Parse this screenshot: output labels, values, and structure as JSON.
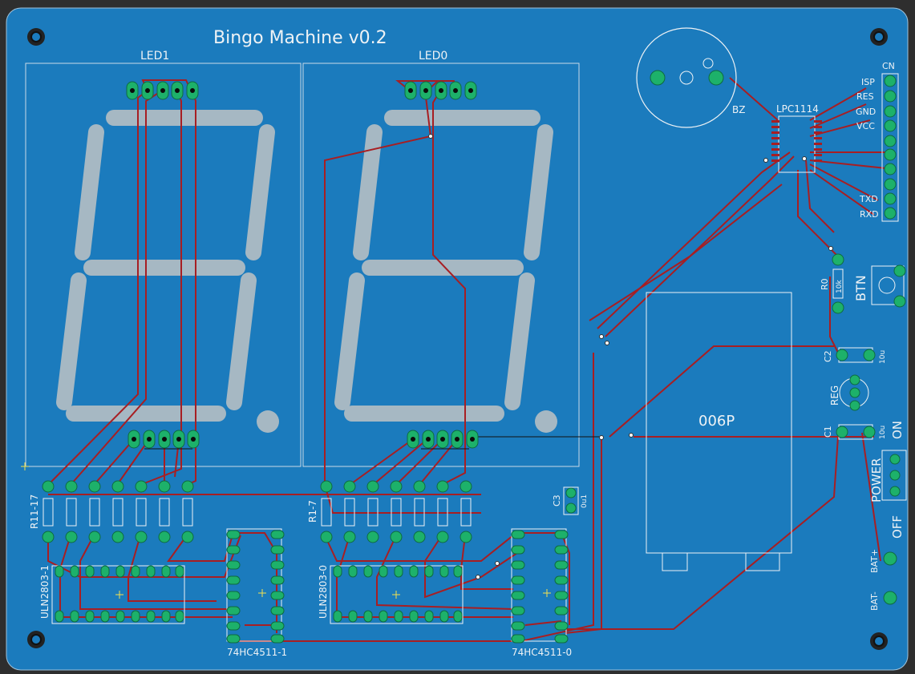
{
  "board": {
    "title": "Bingo Machine v0.2",
    "colors": {
      "board": "#1b7bbd",
      "trace": "#a81e22",
      "pad": "#1db16a",
      "segment": "#a6b8c3",
      "silk": "#eef2f5",
      "background": "#2e2e2e"
    },
    "displays": {
      "led1": "LED1",
      "led0": "LED0"
    },
    "resistor_groups": {
      "left": "R11-17",
      "right": "R1-7"
    },
    "ics": {
      "uln_left": "ULN2803-1",
      "uln_right": "ULN2803-0",
      "dec_left": "74HC4511-1",
      "dec_right": "74HC4511-0",
      "mcu": "LPC1114"
    },
    "components": {
      "buzzer": "BZ",
      "battery": "006P",
      "button": "BTN",
      "reg": "REG",
      "r0": "R0",
      "c2": "C2",
      "c1": "C1",
      "c3": "C3",
      "cap_val": "10u",
      "c3_val": "0u1",
      "res_val": "10k"
    },
    "header_labels": [
      "CN",
      "ISP",
      "RES",
      "GND",
      "VCC",
      "TXD",
      "RXD"
    ],
    "power": {
      "label": "POWER",
      "on": "ON",
      "off": "OFF",
      "bat_plus": "BAT+",
      "bat_minus": "BAT-"
    }
  }
}
